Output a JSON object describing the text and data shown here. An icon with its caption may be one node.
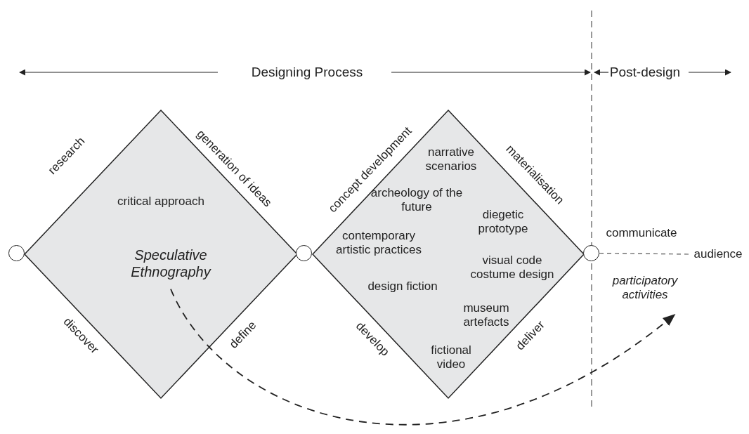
{
  "diagram": {
    "nodes": [
      {
        "text": [
          "critical approach"
        ],
        "beside": [
          "research",
          "generation of ideas",
          "discover",
          "define"
        ]
      },
      {
        "text": [
          "Speculative Ethnography"
        ],
        "in": 0
      },
      {
        "text": [
          "narrative scenarios",
          "archeology of the future",
          "diegetic prototype",
          "contemporary artistic practices",
          "visual code costume design",
          "design fiction",
          "museum artefacts",
          "fictional video"
        ],
        "beside": [
          "concept development",
          "materialisation",
          "develop",
          "deliver"
        ]
      },
      {
        "text": [],
        "shape": "circle"
      },
      {
        "text": [],
        "shape": "circle"
      },
      {
        "text": [],
        "shape": "circle",
        "beside": [
          "communicate"
        ]
      },
      {
        "text": [
          "audience"
        ]
      },
      {
        "text": [
          "participatory activities"
        ]
      }
    ],
    "edges": [
      {
        "from": 1,
        "to": 7,
        "arrow": "to",
        "style": "dashed"
      },
      {
        "from": 5,
        "to": 6,
        "arrow": "none",
        "style": "dashed"
      }
    ],
    "labels": [
      "Designing Process",
      "Post-design"
    ]
  }
}
